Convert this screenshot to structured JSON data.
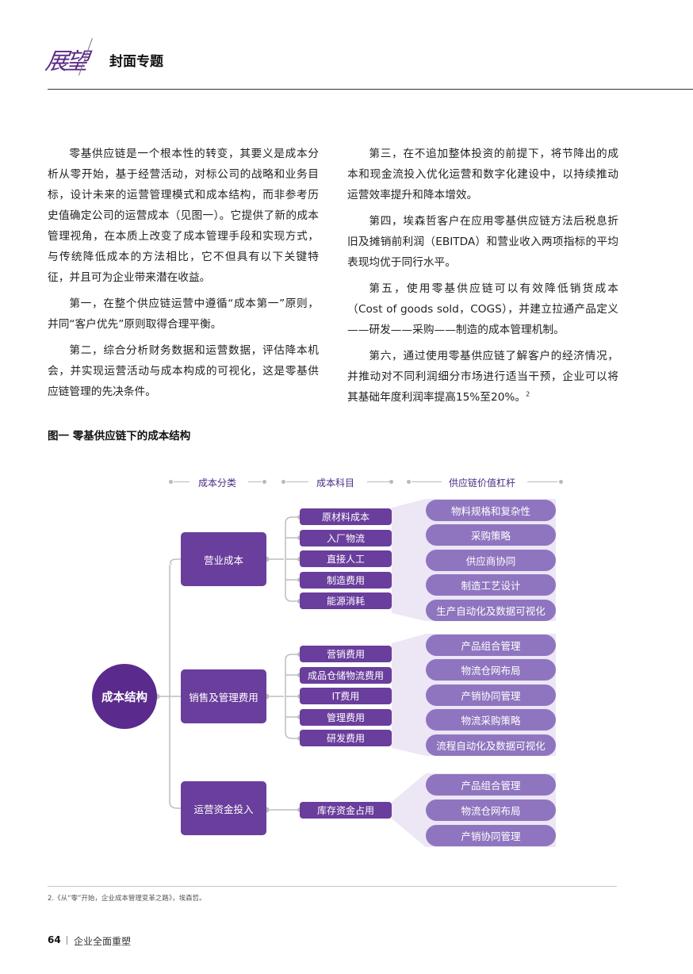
{
  "header": {
    "logo_text": "展望",
    "title": "封面专题"
  },
  "article": {
    "left": [
      "零基供应链是一个根本性的转变，其要义是成本分析从零开始，基于经营活动，对标公司的战略和业务目标，设计未来的运营管理模式和成本结构，而非参考历史值确定公司的运营成本（见图一）。它提供了新的成本管理视角，在本质上改变了成本管理手段和实现方式，与传统降低成本的方法相比，它不但具有以下关键特征，并且可为企业带来潜在收益。",
      "第一，在整个供应链运营中遵循“成本第一”原则，并同“客户优先”原则取得合理平衡。",
      "第二，综合分析财务数据和运营数据，评估降本机会，并实现运营活动与成本构成的可视化，这是零基供应链管理的先决条件。"
    ],
    "right": [
      "第三，在不追加整体投资的前提下，将节降出的成本和现金流投入优化运营和数字化建设中，以持续推动运营效率提升和降本增效。",
      "第四，埃森哲客户在应用零基供应链方法后税息折旧及摊销前利润（EBITDA）和营业收入两项指标的平均表现均优于同行水平。",
      "第五，使用零基供应链可以有效降低销货成本（Cost of goods sold，COGS），并建立拉通产品定义——研发——采购——制造的成本管理机制。",
      "第六，通过使用零基供应链了解客户的经济情况，并推动对不同利润细分市场进行适当干预，企业可以将其基础年度利润率提高15%至20%。"
    ],
    "footnote_ref": "2"
  },
  "figure": {
    "title": "图一 零基供应链下的成本结构",
    "col_headers": [
      "成本分类",
      "成本科目",
      "供应链价值杠杆"
    ],
    "root": "成本结构",
    "groups": [
      {
        "name": "营业成本",
        "items": [
          "原材料成本",
          "入厂物流",
          "直接人工",
          "制造费用",
          "能源消耗"
        ],
        "levers": [
          "物料规格和复杂性",
          "采购策略",
          "供应商协同",
          "制造工艺设计",
          "生产自动化及数据可视化"
        ]
      },
      {
        "name": "销售及管理费用",
        "items": [
          "营销费用",
          "成品仓储物流费用",
          "IT费用",
          "管理费用",
          "研发费用"
        ],
        "levers": [
          "产品组合管理",
          "物流仓网布局",
          "产销协同管理",
          "物流采购策略",
          "流程自动化及数据可视化"
        ]
      },
      {
        "name": "运营资金投入",
        "items": [
          "库存资金占用"
        ],
        "levers": [
          "产品组合管理",
          "物流仓网布局",
          "产销协同管理"
        ]
      }
    ],
    "colors": {
      "root": "#5a2a8c",
      "box": "#6a3e9c",
      "lever": "#8f75bf",
      "fan": "#ece6f5"
    }
  },
  "footnote": "2.《从“零”开始，企业成本管理变革之路》，埃森哲。",
  "footer": {
    "page_number": "64",
    "section": "企业全面重塑"
  }
}
